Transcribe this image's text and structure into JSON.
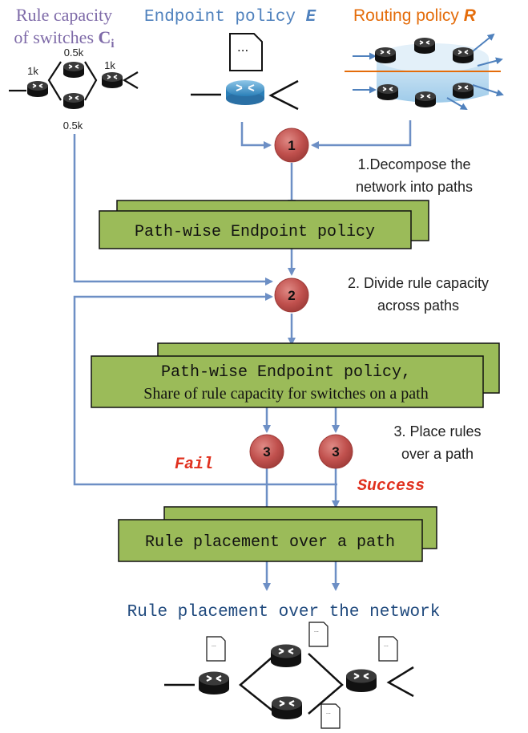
{
  "header": {
    "rule_capacity_line1": "Rule capacity",
    "rule_capacity_line2_prefix": "of switches ",
    "rule_capacity_symbol": "C",
    "rule_capacity_subscript": "i",
    "endpoint_policy_label": "Endpoint policy ",
    "endpoint_policy_symbol": "E",
    "routing_policy_label": "Routing policy ",
    "routing_policy_symbol": "R"
  },
  "capacity_labels": {
    "left": "1k",
    "top": "0.5k",
    "right": "1k",
    "bottom": "0.5k"
  },
  "document_glyph": "...",
  "steps": {
    "step1": {
      "number": "1",
      "line1": "1.Decompose the",
      "line2": "network into paths"
    },
    "step2": {
      "number": "2",
      "line1": "2. Divide rule capacity",
      "line2": "across paths"
    },
    "step3": {
      "number": "3",
      "line1": "3. Place rules",
      "line2": "over a path"
    }
  },
  "boxes": {
    "box1": "Path-wise Endpoint policy",
    "box2_line1": "Path-wise Endpoint policy,",
    "box2_line2": "Share of rule capacity for switches on a path",
    "box3": "Rule placement over a path"
  },
  "outcomes": {
    "fail": "Fail",
    "success": "Success"
  },
  "final_label": "Rule placement over the network",
  "colors": {
    "purple": "#7e6aa8",
    "blue_text": "#4f81bd",
    "orange": "#e46c0a",
    "arrow": "#6d8fc5",
    "circle_fill": "#c0504d",
    "box_fill": "#9bbb59",
    "red_text": "#e0301e",
    "dark_blue_text": "#1f497d"
  }
}
